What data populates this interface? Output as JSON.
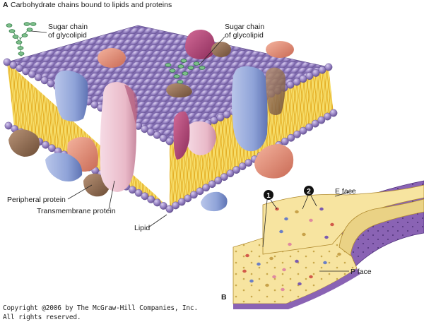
{
  "panel_a": {
    "letter": "A",
    "title": "Carbohydrate chains bound to lipids and proteins",
    "labels": {
      "sugar_chain_left_1": "Sugar chain",
      "sugar_chain_left_2": "of glycolipid",
      "sugar_chain_right_1": "Sugar chain",
      "sugar_chain_right_2": "of glycolipid",
      "peripheral_protein": "Peripheral protein",
      "transmembrane_protein": "Transmembrane protein",
      "lipid": "Lipid"
    }
  },
  "panel_b": {
    "letter": "B",
    "marker_1": "1",
    "marker_2": "2",
    "e_face": "E face",
    "p_face": "P face"
  },
  "copyright": {
    "line1": "Copyright @2006 by The McGraw-Hill Companies, Inc.",
    "line2": "All rights reserved."
  },
  "colors": {
    "lipid_head": "#9a86c6",
    "lipid_tail": "#f2d24a",
    "protein_blue": "#8fa3d8",
    "protein_pink": "#e9b9c8",
    "protein_salmon": "#e79a86",
    "protein_brown": "#8b6a4e",
    "sugar_green": "#7dbf8a",
    "fracture_purple": "#8a63b4",
    "fracture_yellow": "#f7e4a0"
  }
}
